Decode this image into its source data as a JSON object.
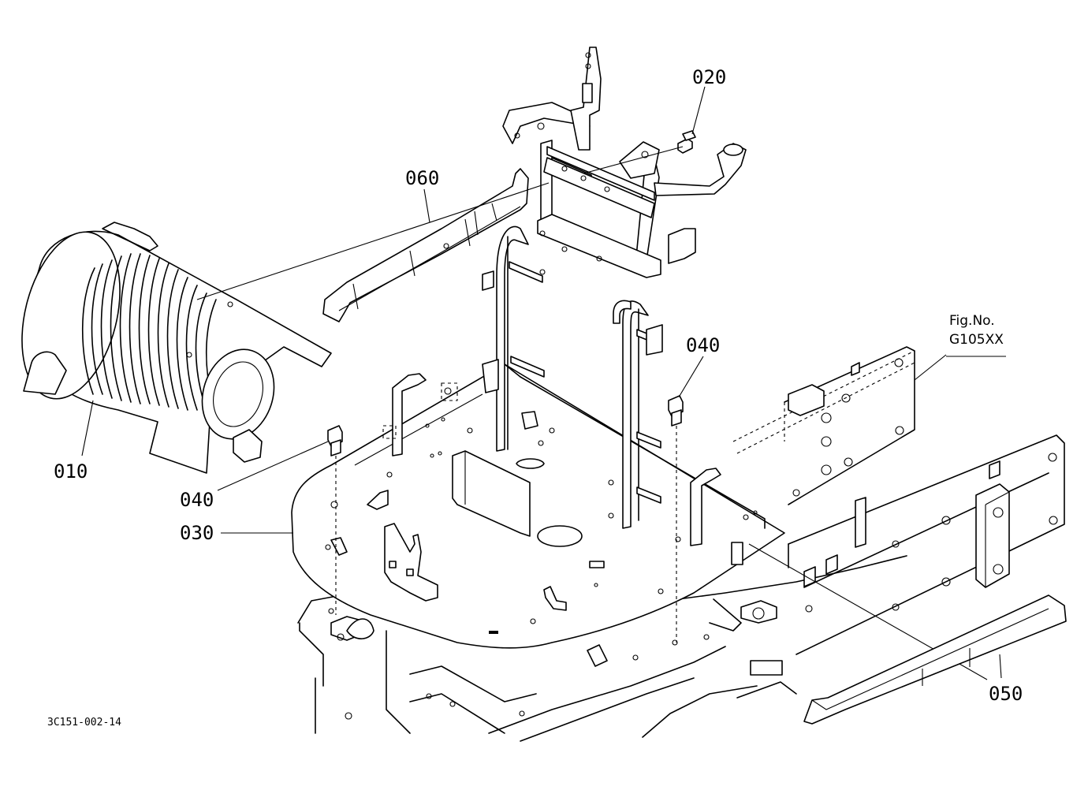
{
  "callouts": {
    "c010": "010",
    "c020": "020",
    "c030": "030",
    "c040a": "040",
    "c040b": "040",
    "c050": "050",
    "c060": "060"
  },
  "figure_ref": {
    "line1": "Fig.No.",
    "line2": "G105XX"
  },
  "drawing_code": "3C151-002-14"
}
